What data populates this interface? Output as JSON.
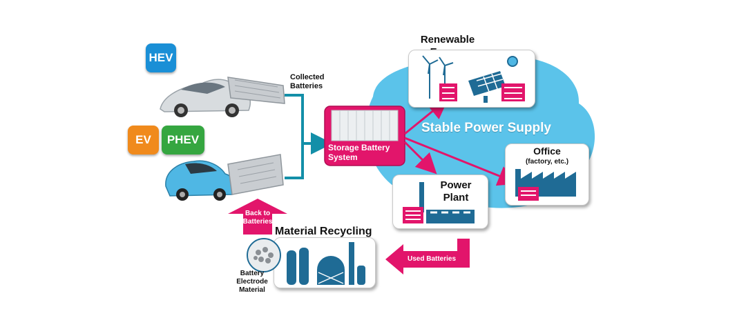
{
  "badges": {
    "hev": {
      "label": "HEV",
      "color": "#1a8fd6"
    },
    "ev": {
      "label": "EV",
      "color": "#f08a1c"
    },
    "phev": {
      "label": "PHEV",
      "color": "#35a640"
    }
  },
  "labels": {
    "collected_batteries": [
      "Collected",
      "Batteries"
    ],
    "storage_battery_system": [
      "Storage Battery",
      "System"
    ],
    "stable_power_supply": "Stable Power Supply",
    "renewable_energy": [
      "Renewable",
      "Energy"
    ],
    "office": "Office",
    "office_sub": "(factory, etc.)",
    "power_plant": [
      "Power",
      "Plant"
    ],
    "material_recycling": "Material Recycling",
    "back_to_batteries": [
      "Back to",
      "Batteries"
    ],
    "used_batteries": "Used Batteries",
    "battery_electrode_material": [
      "Battery",
      "Electrode",
      "Material"
    ]
  },
  "colors": {
    "magenta": "#e2156b",
    "cloud": "#5bc3ea",
    "connector": "#138fa8",
    "building": "#1f6b95"
  }
}
